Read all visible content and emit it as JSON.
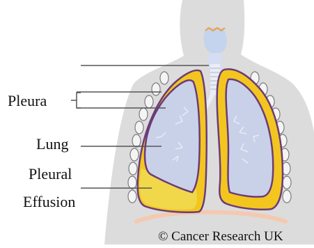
{
  "labels": {
    "pleura": "Pleura",
    "lung": "Lung",
    "effusion_line1": "Pleural",
    "effusion_line2": "Effusion"
  },
  "credit": "© Cancer Research UK",
  "colors": {
    "body": "#dcdcdc",
    "lung_fill": "#c9d1e9",
    "pleura": "#f2c61f",
    "lung_outline": "#6c3b78",
    "effusion": "#f0d84a",
    "diaphragm": "#f4c9b0",
    "rib": "#f4f4f4",
    "leader": "#555555"
  }
}
